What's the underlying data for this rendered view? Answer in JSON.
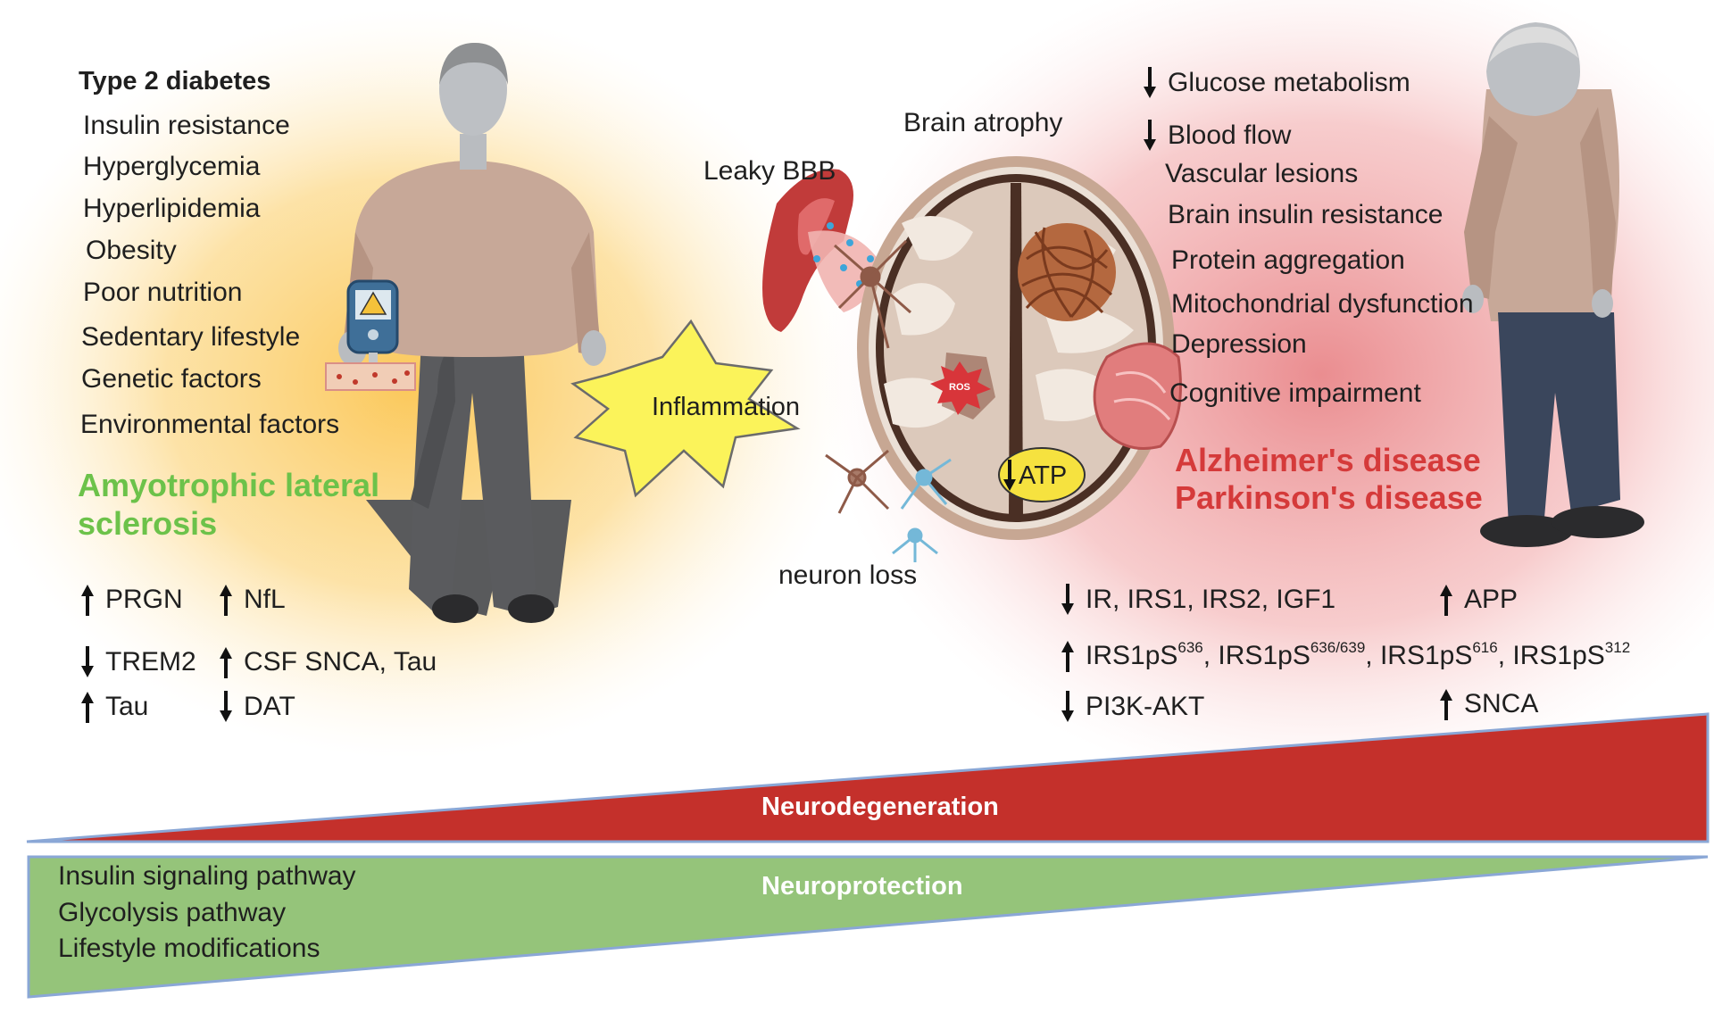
{
  "left_panel": {
    "heading": "Type 2 diabetes",
    "risk_factors": [
      "Insulin resistance",
      "Hyperglycemia",
      "Hyperlipidemia",
      "Obesity",
      "Poor nutrition",
      "Sedentary lifestyle",
      "Genetic factors",
      "Environmental factors"
    ],
    "disease": "Amyotrophic lateral sclerosis",
    "disease_lines": [
      "Amyotrophic lateral",
      "sclerosis"
    ],
    "markers": [
      {
        "dir": "up",
        "text": "PRGN"
      },
      {
        "dir": "up",
        "text": "NfL"
      },
      {
        "dir": "down",
        "text": "TREM2"
      },
      {
        "dir": "up",
        "text": "CSF SNCA, Tau"
      },
      {
        "dir": "up",
        "text": "Tau"
      },
      {
        "dir": "down",
        "text": "DAT"
      }
    ]
  },
  "center": {
    "brain_atrophy": "Brain atrophy",
    "leaky_bbb": "Leaky BBB",
    "inflammation": "Inflammation",
    "neuron_loss": "neuron loss",
    "ros": "ROS",
    "atp": "ATP"
  },
  "right_panel": {
    "features": [
      {
        "dir": "down",
        "text": "Glucose metabolism"
      },
      {
        "dir": "down",
        "text": "Blood flow"
      },
      {
        "dir": "",
        "text": "Vascular lesions"
      },
      {
        "dir": "",
        "text": "Brain insulin resistance"
      },
      {
        "dir": "",
        "text": "Protein aggregation"
      },
      {
        "dir": "",
        "text": "Mitochondrial dysfunction"
      },
      {
        "dir": "",
        "text": "Depression"
      },
      {
        "dir": "",
        "text": "Cognitive impairment"
      }
    ],
    "diseases": [
      "Alzheimer's disease",
      "Parkinson's disease"
    ],
    "markers": {
      "m1": "IR, IRS1, IRS2, IGF1",
      "m2": "APP",
      "m3_parts": [
        "IRS1pS",
        "636",
        ", IRS1pS",
        "636/639",
        ", IRS1pS",
        "616",
        ", IRS1pS",
        "312"
      ],
      "m4": "PI3K-AKT",
      "m5": "SNCA"
    }
  },
  "bottom": {
    "neurodegeneration": "Neurodegeneration",
    "neuroprotection": "Neuroprotection",
    "protective_factors": [
      "Insulin signaling pathway",
      "Glycolysis pathway",
      "Lifestyle modifications"
    ]
  },
  "colors": {
    "neurodegeneration_band": "#c4302b",
    "neuroprotection_band": "#95c47a",
    "band_outline": "#8aa7d6",
    "left_glow": "#fbc85a",
    "right_glow": "#ea8d8f",
    "als_text": "#6cc24a",
    "ad_pd_text": "#d53a3a"
  }
}
